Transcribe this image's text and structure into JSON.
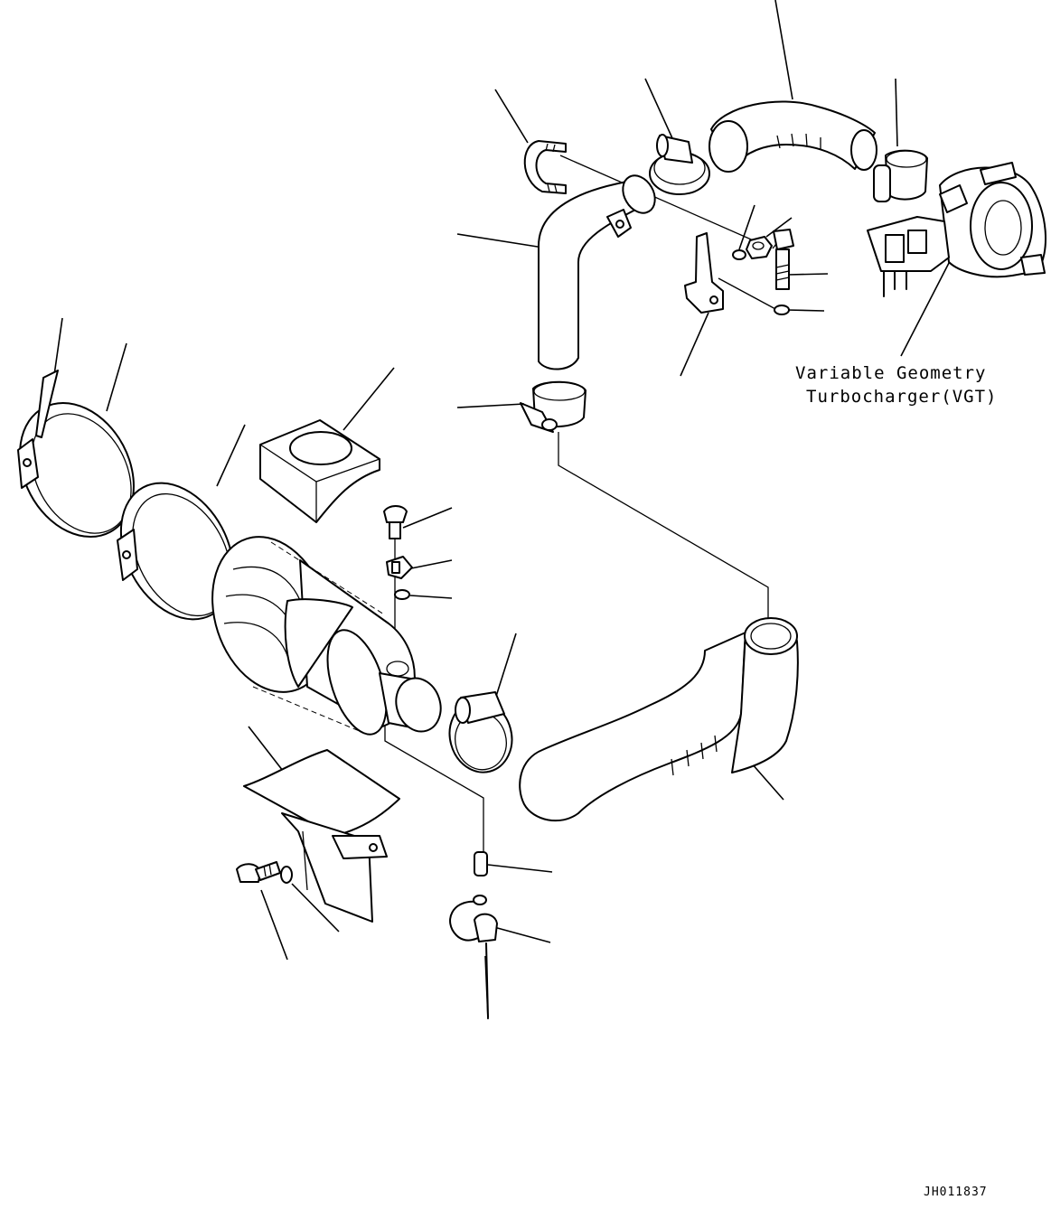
{
  "callout": {
    "line1": "Variable Geometry",
    "line2": "Turbocharger(VGT)"
  },
  "drawing_ref": "JH011837"
}
